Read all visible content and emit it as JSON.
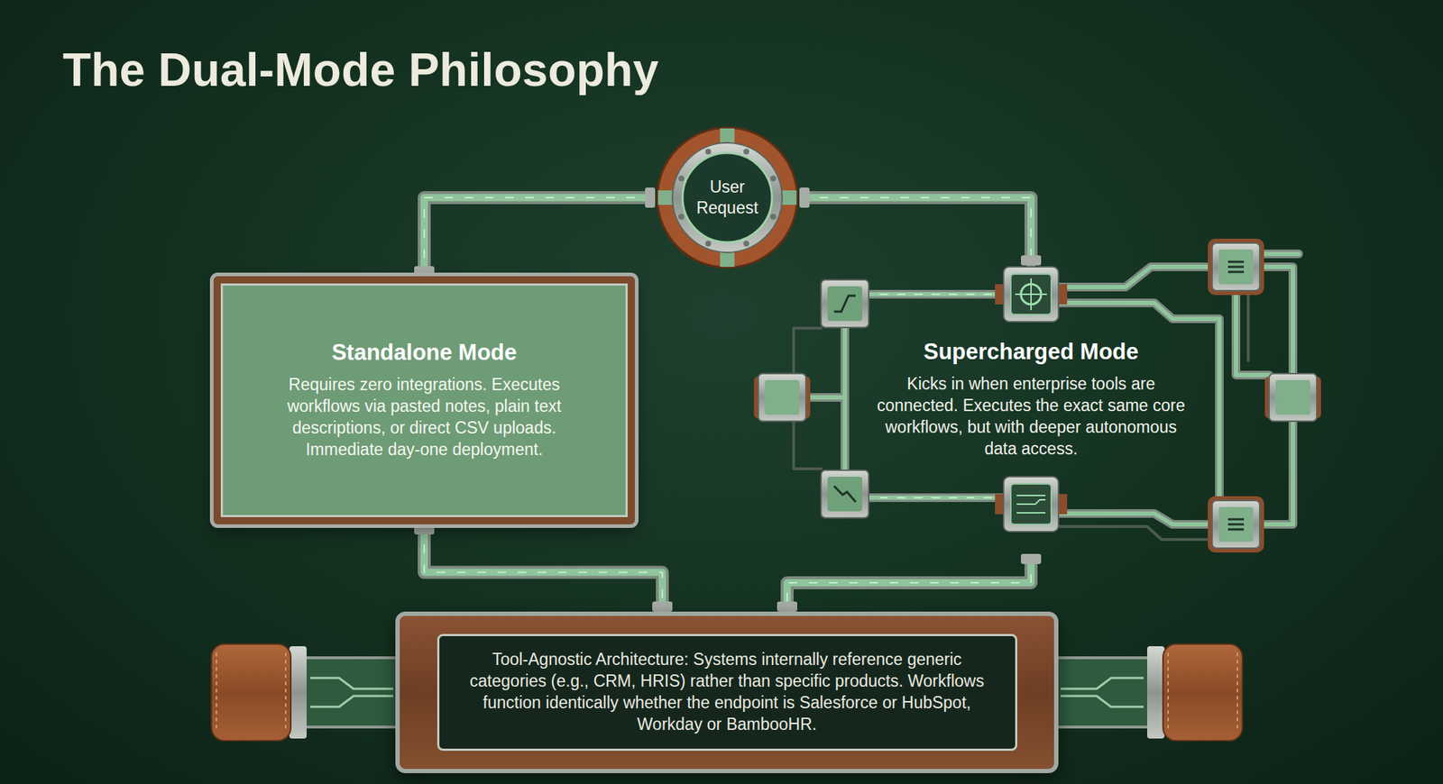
{
  "diagram": {
    "title": "The Dual-Mode Philosophy",
    "nodes": [
      {
        "text": [
          "User Request"
        ]
      },
      {
        "text": [
          "Standalone Mode",
          "Requires zero integrations. Executes workflows via pasted notes, plain text descriptions, or direct CSV uploads. Immediate day-one deployment."
        ]
      },
      {
        "text": [
          "Supercharged Mode",
          "Kicks in when enterprise tools are connected. Executes the exact same core workflows, but with deeper autonomous data access."
        ]
      },
      {
        "text": [
          "Tool-Agnostic Architecture: Systems internally reference generic categories (e.g., CRM, HRIS) rather than specific products. Workflows function identically whether the endpoint is Salesforce or HubSpot, Workday or BambooHR."
        ]
      }
    ],
    "edges": [
      {
        "from": 0,
        "to": 1,
        "arrow": "none"
      },
      {
        "from": 0,
        "to": 2,
        "arrow": "none"
      },
      {
        "from": 1,
        "to": 3,
        "arrow": "none"
      },
      {
        "from": 2,
        "to": 3,
        "arrow": "none"
      }
    ]
  }
}
